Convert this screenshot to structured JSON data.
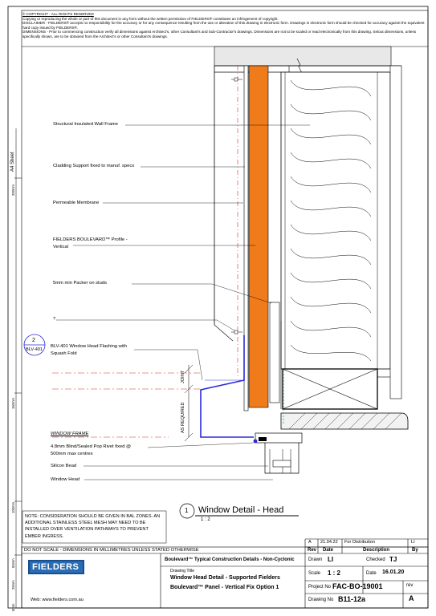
{
  "header": {
    "copyright": "© COPYRIGHT - ALL RIGHTS RESERVED",
    "copyright_text": "Copying or reproducing the whole or part of this document in any form without the written permission of FIELDERS® constitutes an infringement of copyright.",
    "disclaimer": "DISCLAIMER - FIELDERS® accepts no responsibility for the accuracy or for any consequence resulting from the use or alteration of this drawing in electronic form. Drawings in electronic form should be checked for accuracy against the equivalent hard copy issued by FIELDERS®.",
    "dimensions": "DIMENSIONS - Prior to commencing construction verify all dimensions against Architect's, other Consultant's and Sub-Contractor's drawings. Dimensions are not to be scaled or read electronically from this drawing. Setout dimensions, unless specifically shown, are to be obtained from the Architect's or other Consultant's drawings."
  },
  "scale_bar": {
    "sheet": "A4 Sheet",
    "ticks": [
      "200mm",
      "150mm",
      "100mm",
      "50mm",
      "25mm",
      "0mm"
    ]
  },
  "callouts": [
    "Structural Insulated Wall Frame",
    "Cladding Support fixed to manuf. specs",
    "Permeable Membrane",
    "FIELDERS BOULEVARD™ Profile -",
    "Vertical",
    "5mm min Packer on studs",
    "?",
    "BLV-401 Window Head Flashing with",
    "Squash Fold",
    "WINDOW FRAME",
    "4.8mm Blind/Sealed Pop Rivet fixed @",
    "500mm max centres",
    "Silicon Bead",
    "Window Head"
  ],
  "detail_ref": {
    "number": "2",
    "sheet": "BLV-401"
  },
  "dims": {
    "joint": "JOINT",
    "as_required": "AS REQUIRED"
  },
  "view": {
    "number": "1",
    "title": "Window Detail - Head",
    "scale": "1 : 2"
  },
  "note": "NOTE: CONSIDERATION SHOULD BE GIVEN IN BAL ZONES. AN ADDITIONAL STAINLESS STEEL MESH MAY NEED TO BE INSTALLED OVER VENTILATION PATHWAYS TO PREVENT EMBER INGRESS.",
  "do_not_scale": "DO NOT SCALE - DIMENSIONS IN MILLIMETRES UNLESS STATED OTHERWISE",
  "revisions": {
    "row": {
      "rev": "A",
      "date": "21.04.22",
      "description": "For Distribution",
      "by": "LI"
    },
    "headers": {
      "rev": "Rev",
      "date": "Date",
      "description": "Description",
      "by": "By"
    }
  },
  "title_block": {
    "logo": "FIELDERS",
    "website": "Web: www.fielders.com.au",
    "series": "Boulevard™ Typical Construction Details - Non-Cyclonic",
    "drawing_title_label": "Drawing Title",
    "drawing_title_1": "Window Head Detail - Supported Fielders",
    "drawing_title_2": "Boulevard™ Panel - Vertical Fix Option 1",
    "drawn_label": "Drawn",
    "drawn": "LI",
    "checked_label": "Checked",
    "checked": "TJ",
    "scale_label": "Scale",
    "scale": "1 : 2",
    "date_label": "Date",
    "date": "16.01.20",
    "project_label": "Project No",
    "project": "FAC-BO-19001",
    "rev_label": "rev",
    "drawing_label": "Drawing No",
    "drawing": "B11-12a",
    "rev": "A"
  },
  "colors": {
    "cladding": "#f07b1a",
    "flashing": "#2a2ad6",
    "cutline": "#d43030"
  }
}
